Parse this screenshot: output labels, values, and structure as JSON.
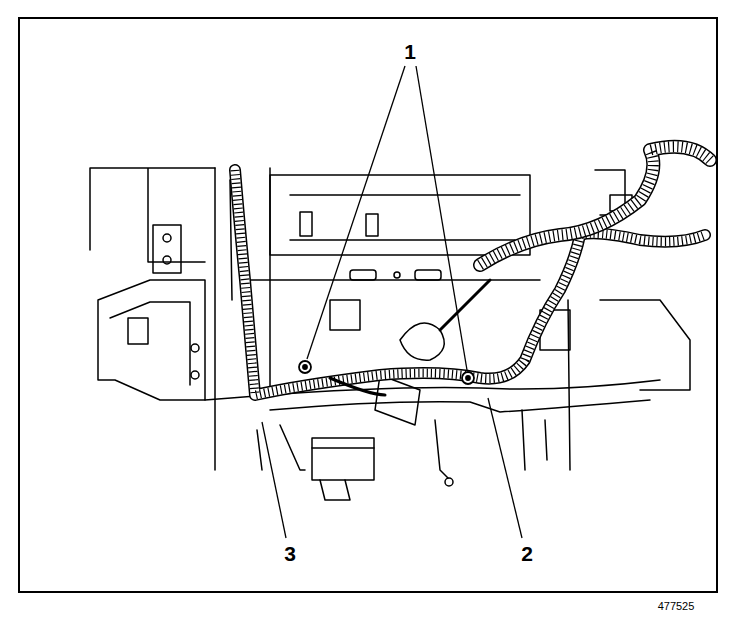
{
  "diagram": {
    "labels": [
      "1",
      "2",
      "3",
      "477525"
    ]
  }
}
